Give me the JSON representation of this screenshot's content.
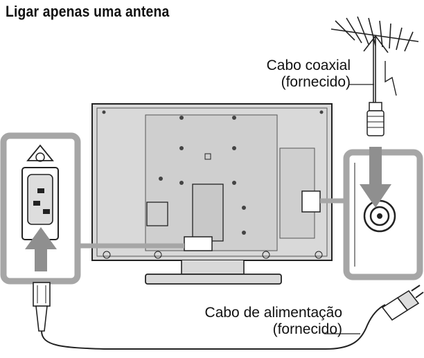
{
  "title": "Ligar apenas uma antena",
  "labels": {
    "coax_line1": "Cabo coaxial",
    "coax_line2": "(fornecido)",
    "power_line1": "Cabo de alimentação",
    "power_line2": "(fornecido)"
  },
  "colors": {
    "frame": "#a6a6a6",
    "tv_body": "#d9d9d9",
    "tv_panel": "#c8c8c8",
    "arrow": "#8f8f8f",
    "outline": "#222222"
  },
  "icons": [
    "antenna-icon",
    "coaxial-plug-icon",
    "power-socket-icon",
    "power-plug-icon",
    "iec-connector-icon"
  ]
}
